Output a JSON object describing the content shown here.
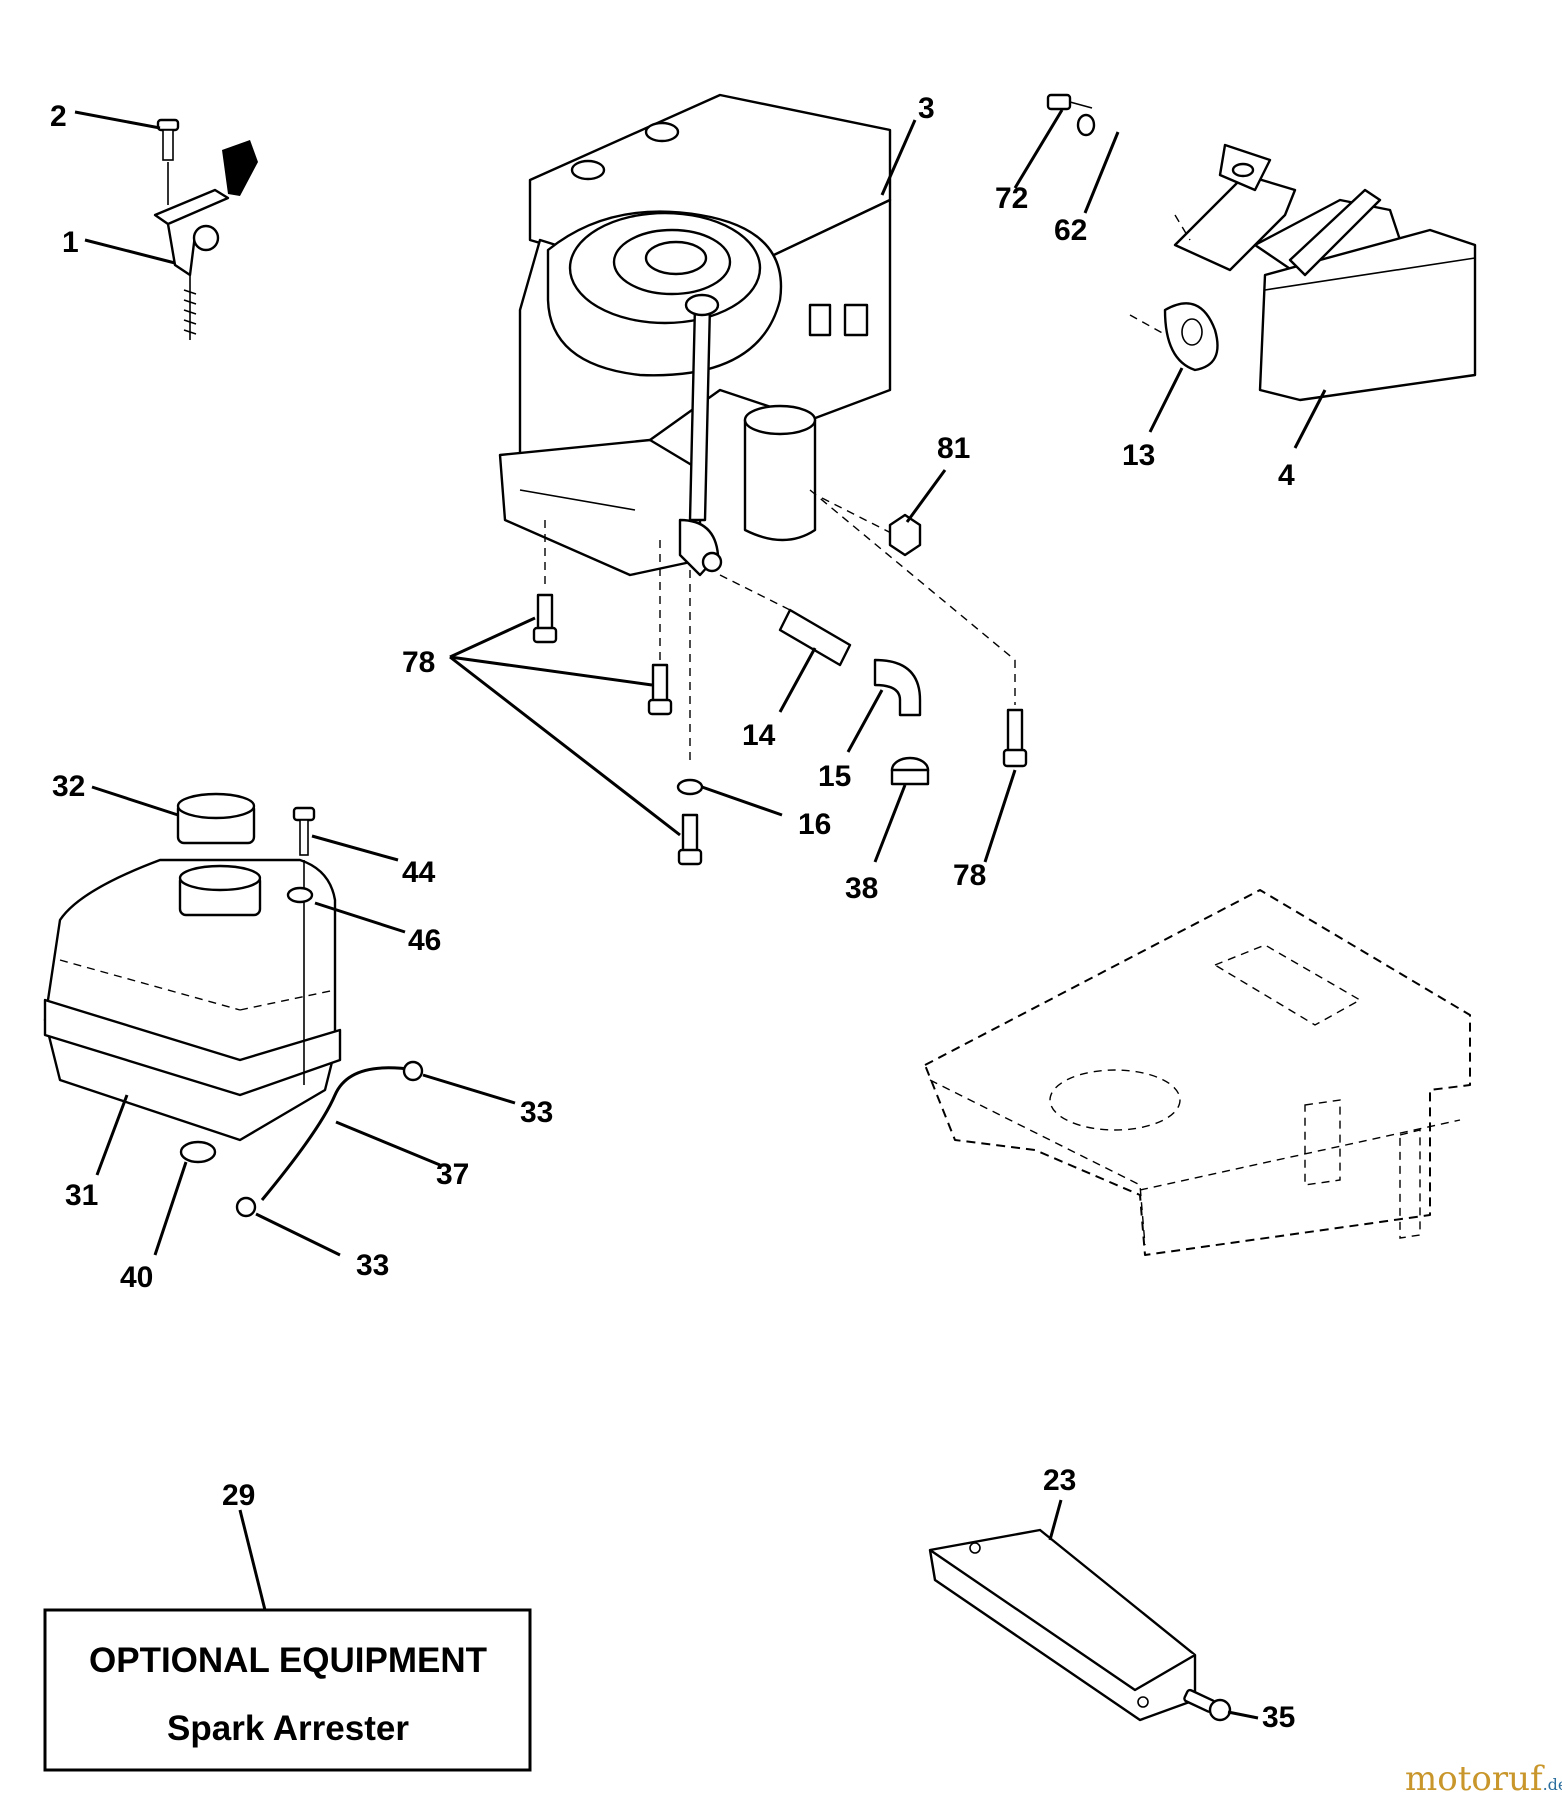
{
  "diagram": {
    "callouts": {
      "c1": "1",
      "c2": "2",
      "c3": "3",
      "c4": "4",
      "c13": "13",
      "c14": "14",
      "c15": "15",
      "c16": "16",
      "c23": "23",
      "c29": "29",
      "c31": "31",
      "c32": "32",
      "c33a": "33",
      "c33b": "33",
      "c35": "35",
      "c37": "37",
      "c38": "38",
      "c40": "40",
      "c44": "44",
      "c46": "46",
      "c62": "62",
      "c72": "72",
      "c78a": "78",
      "c78b": "78",
      "c81": "81"
    },
    "optional_box": {
      "title": "OPTIONAL EQUIPMENT",
      "subtitle": "Spark Arrester"
    },
    "watermark": {
      "brand": "motoruf",
      "suffix": ".de"
    }
  }
}
